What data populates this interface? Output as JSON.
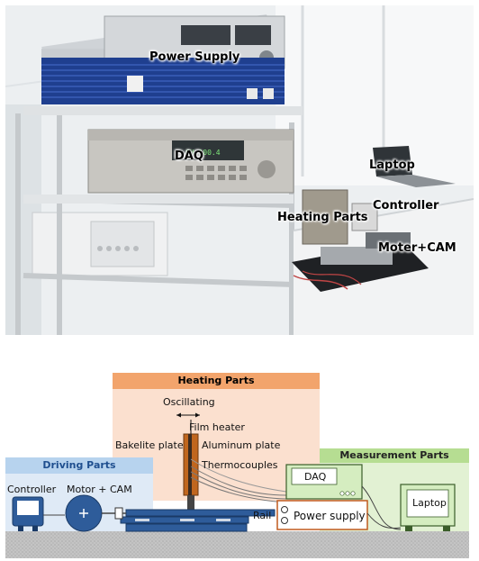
{
  "photo": {
    "labels": {
      "power_supply": "Power Supply",
      "daq": "DAQ",
      "laptop": "Laptop",
      "controller": "Controller",
      "heating_parts": "Heating Parts",
      "moter_cam": "Moter+CAM"
    },
    "instrument_display": "CH 100.4"
  },
  "diagram": {
    "heating_parts": {
      "title": "Heating Parts",
      "oscillating": "Oscillating",
      "film_heater": "Film heater",
      "bakelite_plate": "Bakelite plate",
      "aluminum_plate": "Aluminum plate",
      "thermocouples": "Thermocouples"
    },
    "driving_parts": {
      "title": "Driving Parts",
      "controller": "Controller",
      "motor_cam": "Motor + CAM",
      "rail": "Rail"
    },
    "measurement_parts": {
      "title": "Measurement Parts",
      "daq": "DAQ",
      "power_supply": "Power supply",
      "laptop": "Laptop"
    }
  },
  "colors": {
    "heating_header": "#f2a46c",
    "heating_body": "#fbe0cf",
    "driving_header": "#b7d3ee",
    "driving_body": "#dfeaf6",
    "measurement_header": "#b6dd92",
    "measurement_body": "#e2f1d3",
    "rail_blue": "#2e5c9a",
    "ground": "#bdbdbd"
  }
}
